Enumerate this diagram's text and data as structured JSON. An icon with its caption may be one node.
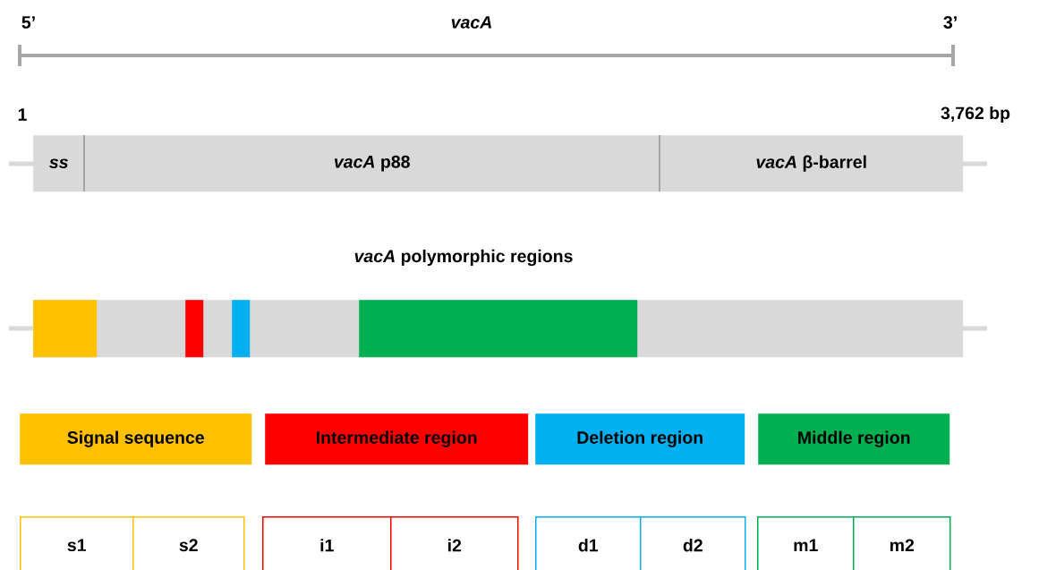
{
  "diagram": {
    "nodes": [
      {
        "text": [
          "ss"
        ]
      },
      {
        "text": [
          "*vacA* p88"
        ]
      },
      {
        "text": [
          "*vacA* β-barrel"
        ]
      },
      {
        "text": [],
        "shape": "bar"
      },
      {
        "text": [],
        "shape": "bar",
        "in": 3
      },
      {
        "text": [],
        "shape": "bar",
        "in": 3
      },
      {
        "text": [],
        "shape": "bar",
        "in": 3
      },
      {
        "text": [],
        "shape": "bar",
        "in": 3
      },
      {
        "text": [
          "Signal sequence"
        ]
      },
      {
        "text": [
          "Intermediate region"
        ]
      },
      {
        "text": [
          "Deletion  region"
        ]
      },
      {
        "text": [
          "Middle region"
        ]
      },
      {
        "text": [
          "s1"
        ]
      },
      {
        "text": [
          "s2"
        ]
      },
      {
        "text": [
          "i1"
        ]
      },
      {
        "text": [
          "i2"
        ]
      },
      {
        "text": [
          "d1"
        ]
      },
      {
        "text": [
          "d2"
        ]
      },
      {
        "text": [
          "m1"
        ]
      },
      {
        "text": [
          "m2"
        ]
      }
    ],
    "labels": [
      "5’",
      "vacA",
      "3’",
      "1",
      "3,762 bp",
      "*vacA* polymorphic regions"
    ]
  }
}
